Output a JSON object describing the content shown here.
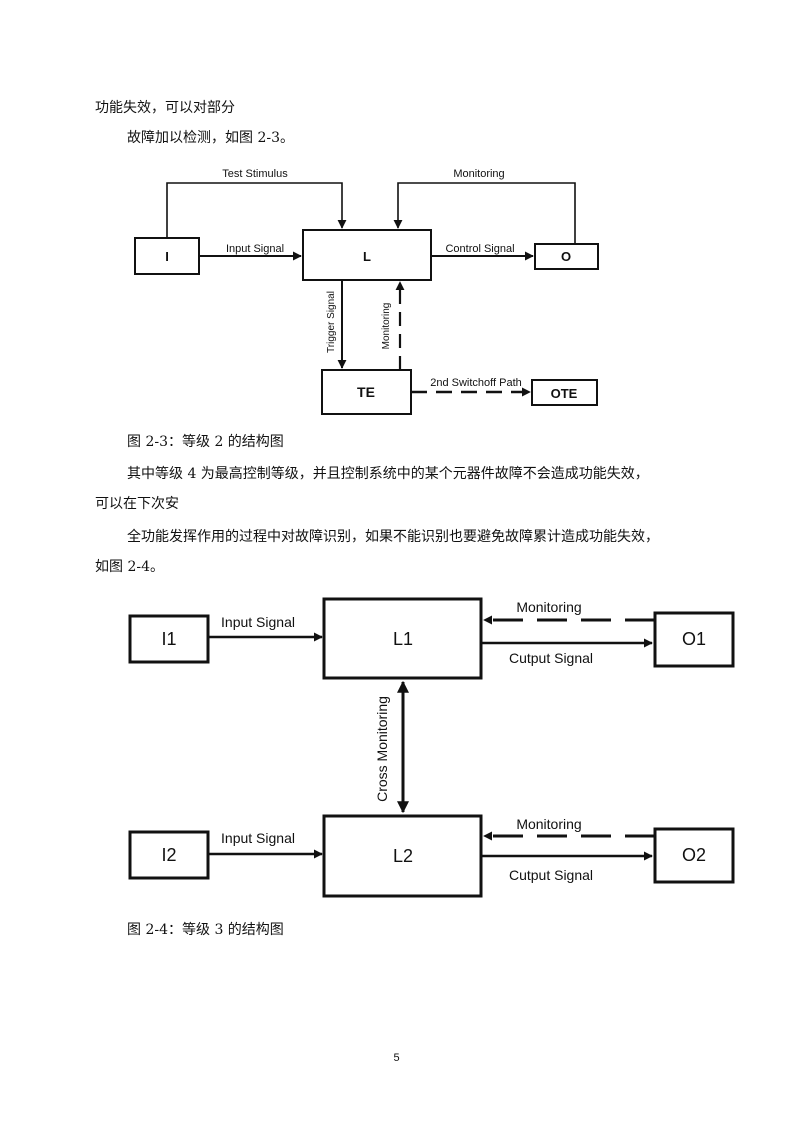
{
  "paragraphs": {
    "p1": "功能失效，可以对部分",
    "p2": "故障加以检测，如图 2-3。",
    "caption1": "图 2-3：等级 2 的结构图",
    "p3": "其中等级 4 为最高控制等级，并且控制系统中的某个元器件故障不会造成功能失效，",
    "p4": "可以在下次安",
    "p5": "全功能发挥作用的过程中对故障识别，如果不能识别也要避免故障累计造成功能失效，",
    "p6": "如图 2-4。",
    "caption2": "图 2-4：等级 3 的结构图"
  },
  "diagram1": {
    "boxes": {
      "I": "I",
      "L": "L",
      "O": "O",
      "TE": "TE",
      "OTE": "OTE"
    },
    "labels": {
      "test_stimulus": "Test Stimulus",
      "monitoring_top": "Monitoring",
      "input_signal": "Input  Signal",
      "control_signal": "Control  Signal",
      "trigger_signal": "Trigger Signal",
      "monitoring_vertical": "Monitoring",
      "switchoff": "2nd Switchoff Path"
    }
  },
  "diagram2": {
    "boxes": {
      "I1": "I1",
      "L1": "L1",
      "O1": "O1",
      "I2": "I2",
      "L2": "L2",
      "O2": "O2"
    },
    "labels": {
      "input_signal_1": "Input Signal",
      "monitoring_1": "Monitoring",
      "output_signal_1": "Cutput Signal",
      "cross_monitoring": "Cross Monitoring",
      "input_signal_2": "Input Signal",
      "monitoring_2": "Monitoring",
      "output_signal_2": "Cutput Signal"
    }
  },
  "page_number": "5"
}
